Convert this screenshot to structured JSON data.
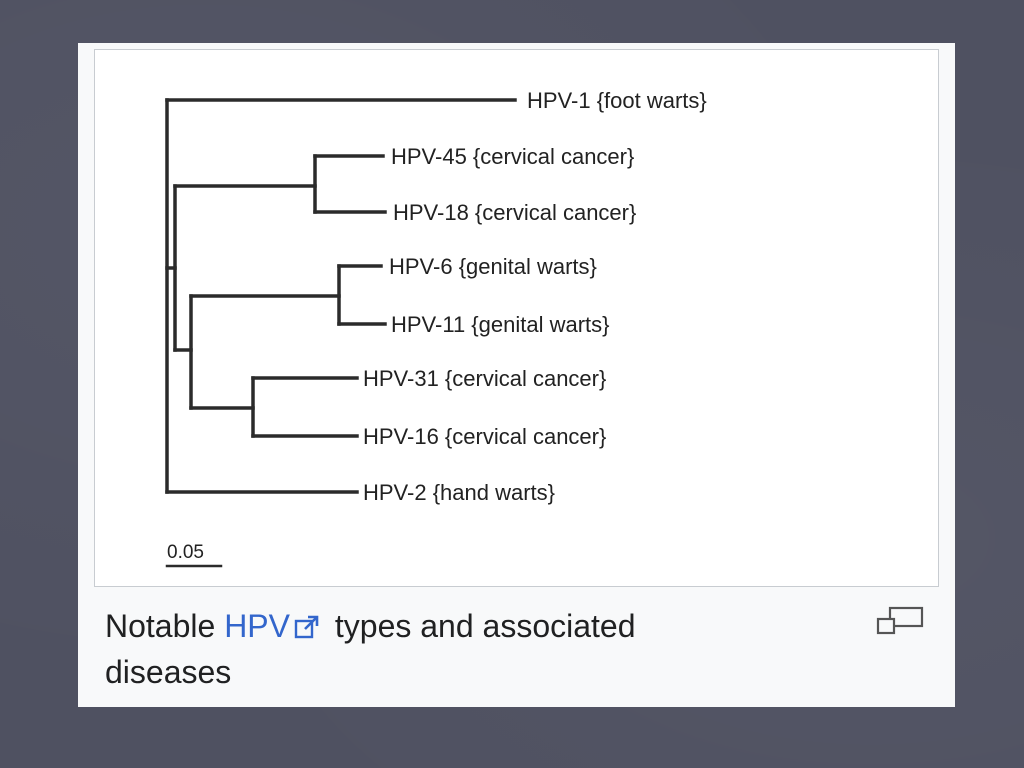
{
  "tree": {
    "leaves": [
      {
        "label": "HPV-1  {foot warts}"
      },
      {
        "label": "HPV-45  {cervical cancer}"
      },
      {
        "label": "HPV-18  {cervical cancer}"
      },
      {
        "label": "HPV-6  {genital warts}"
      },
      {
        "label": "HPV-11  {genital warts}"
      },
      {
        "label": "HPV-31  {cervical cancer}"
      },
      {
        "label": "HPV-16  {cervical cancer}"
      },
      {
        "label": "HPV-2  {hand warts}"
      }
    ],
    "scale_label": "0.05"
  },
  "caption": {
    "prefix": "Notable ",
    "link_text": "HPV",
    "suffix_line1": " types and associated",
    "line2": "diseases"
  },
  "icons": {
    "external_link": "external-link-icon",
    "enlarge": "magnify-clip-icon"
  },
  "colors": {
    "slide_background": "#4f5161",
    "link": "#3366cc",
    "branch": "#2b2b2b"
  }
}
